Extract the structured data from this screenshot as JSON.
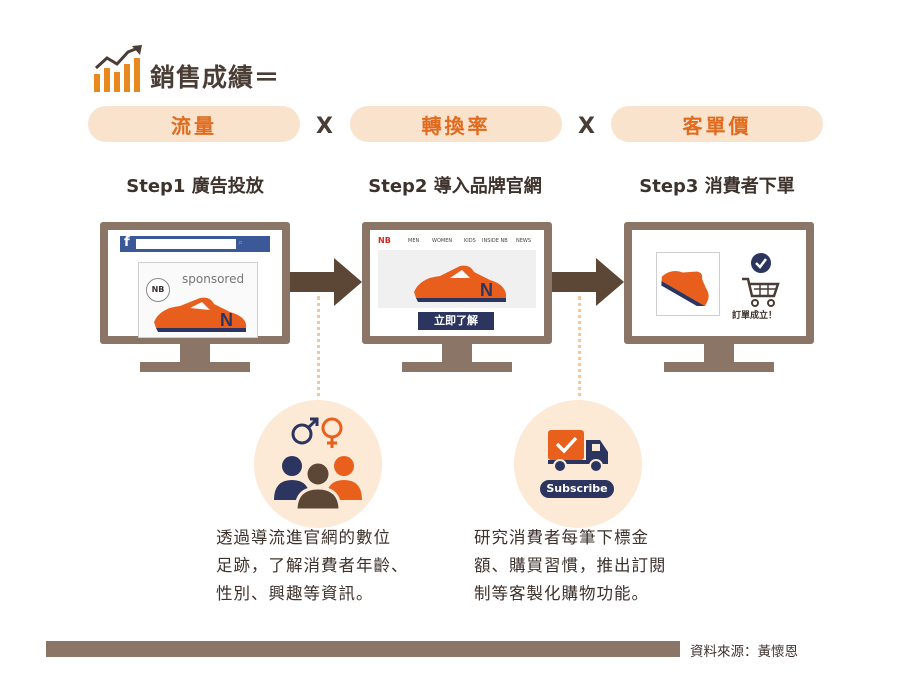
{
  "title": "銷售成績＝",
  "formula": {
    "terms": [
      "流量",
      "轉換率",
      "客單價"
    ],
    "operator": "X"
  },
  "steps": [
    {
      "label": "Step1 廣告投放"
    },
    {
      "label": "Step2 導入品牌官網"
    },
    {
      "label": "Step3 消費者下單"
    }
  ],
  "screen1": {
    "sponsored": "sponsored",
    "social_letter": "f"
  },
  "screen2": {
    "nav": [
      "MEN",
      "WOMEN",
      "KIDS",
      "INSIDE NB",
      "NEWS"
    ],
    "cta": "立即了解"
  },
  "screen3": {
    "order_text": "訂單成立！"
  },
  "subscribe_label": "Subscribe",
  "descriptions": {
    "left": [
      "透過導流進官網的數位",
      "足跡，了解消費者年齡、",
      "性別、興趣等資訊。"
    ],
    "right": [
      "研究消費者每筆下標金",
      "額、購買習慣，推出訂閱",
      "制等客製化購物功能。"
    ]
  },
  "source": "資料來源：黃懷恩",
  "colors": {
    "accent": "#e06a1d",
    "pill": "#fae3cd",
    "frame": "#8a7566",
    "navy": "#2b3560",
    "text": "#3e322c"
  }
}
